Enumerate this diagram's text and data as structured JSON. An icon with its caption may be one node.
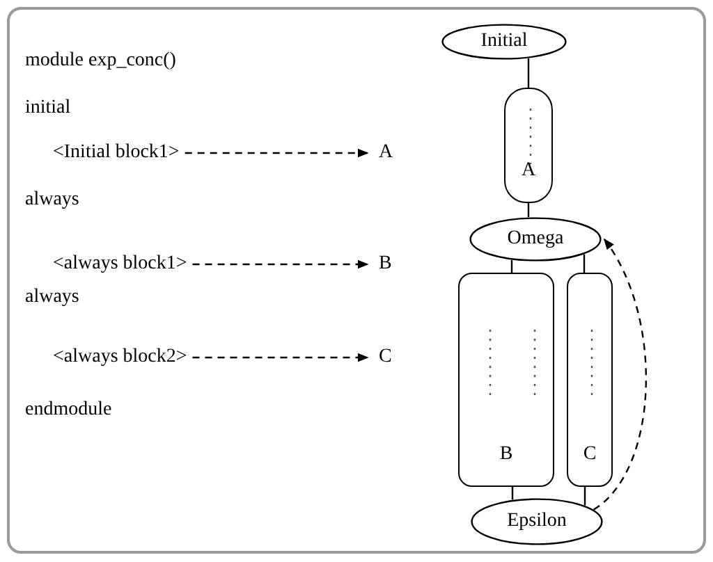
{
  "diagram": {
    "nodes": [
      {
        "text": [
          "<Initial block1>"
        ]
      },
      {
        "text": [
          "A"
        ]
      },
      {
        "text": [
          "<always block1>"
        ]
      },
      {
        "text": [
          "B"
        ]
      },
      {
        "text": [
          "<always block2>"
        ]
      },
      {
        "text": [
          "C"
        ]
      },
      {
        "text": [
          "Initial"
        ]
      },
      {
        "text": [
          "A"
        ]
      },
      {
        "text": [
          "Omega"
        ]
      },
      {
        "text": [
          "B"
        ]
      },
      {
        "text": [
          "C"
        ]
      },
      {
        "text": [
          "Epsilon"
        ]
      }
    ],
    "edges": [
      {
        "from": 0,
        "to": 1,
        "arrow": "to",
        "style": "dashed"
      },
      {
        "from": 2,
        "to": 3,
        "arrow": "to",
        "style": "dashed"
      },
      {
        "from": 4,
        "to": 5,
        "arrow": "to",
        "style": "dashed"
      },
      {
        "from": 6,
        "to": 7,
        "arrow": "none"
      },
      {
        "from": 7,
        "to": 8,
        "arrow": "none"
      },
      {
        "from": 8,
        "to": 9,
        "arrow": "none"
      },
      {
        "from": 8,
        "to": 10,
        "arrow": "none"
      },
      {
        "from": 9,
        "to": 11,
        "arrow": "none"
      },
      {
        "from": 10,
        "to": 11,
        "arrow": "none"
      },
      {
        "from": 11,
        "to": 8,
        "arrow": "to",
        "style": "dashed"
      }
    ],
    "labels": [
      "module exp_conc()",
      "initial",
      "always",
      "always",
      "endmodule"
    ]
  }
}
